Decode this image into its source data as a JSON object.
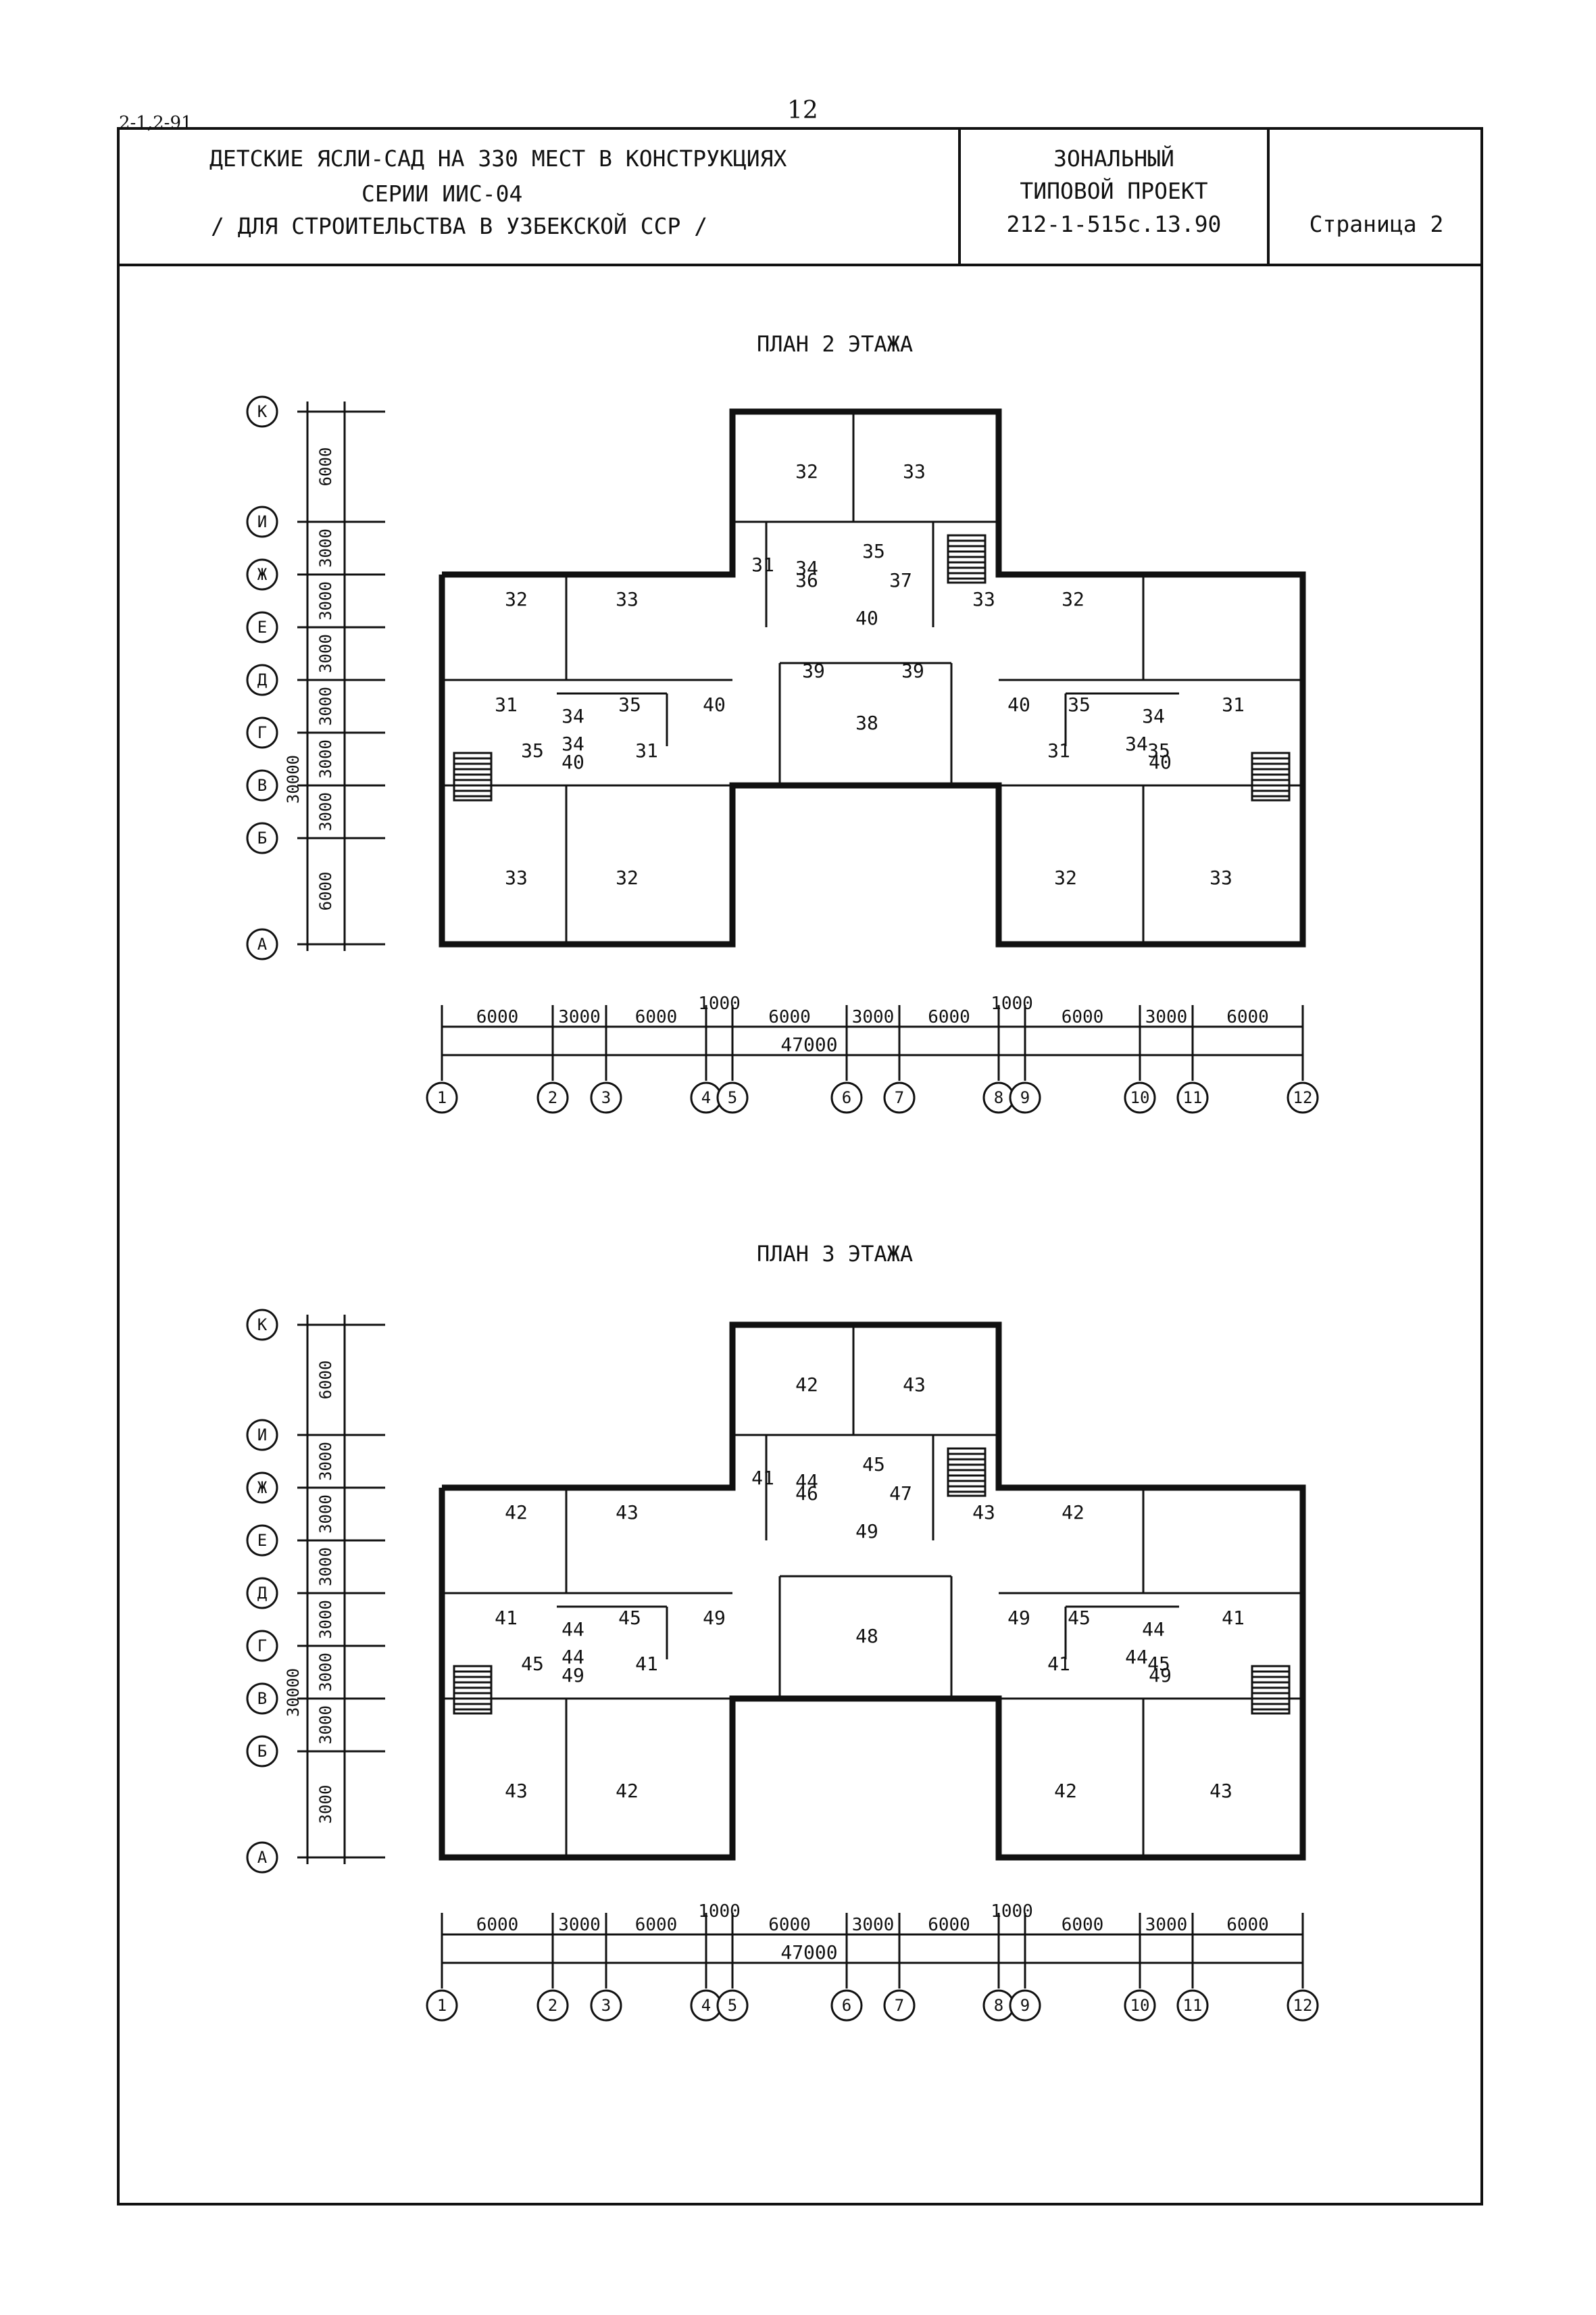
{
  "doc_code": "2-1,2-91",
  "page_number": "12",
  "title": {
    "line1": "ДЕТСКИЕ ЯСЛИ-САД НА 330 МЕСТ В КОНСТРУКЦИЯХ",
    "line2": "СЕРИИ ИИС-04",
    "line3": "/ ДЛЯ СТРОИТЕЛЬСТВА В УЗБЕКСКОЙ ССР /"
  },
  "project": {
    "line1": "ЗОНАЛЬНЫЙ",
    "line2": "ТИПОВОЙ ПРОЕКТ",
    "line3": "212-1-515с.13.90"
  },
  "page_label": "Страница 2",
  "plans": [
    {
      "title": "ПЛАН 2 ЭТАЖА",
      "rooms": {
        "r1": "32",
        "r2": "33",
        "r3": "31",
        "r4": "34",
        "r5": "35",
        "r6": "36",
        "r7": "37",
        "r8": "40",
        "r9": "38",
        "r10": "39"
      },
      "vert_dims": [
        "6000",
        "3000",
        "3000",
        "3000",
        "3000",
        "3000",
        "3000",
        "6000"
      ],
      "vert_total": "30000"
    },
    {
      "title": "ПЛАН 3 ЭТАЖА",
      "rooms": {
        "r1": "42",
        "r2": "43",
        "r3": "41",
        "r4": "44",
        "r5": "45",
        "r6": "46",
        "r7": "47",
        "r8": "49",
        "r9": "48",
        "r10": ""
      },
      "vert_dims": [
        "6000",
        "3000",
        "3000",
        "3000",
        "3000",
        "3000",
        "3000",
        "3000"
      ],
      "vert_total": "30000"
    }
  ],
  "row_axes": [
    "К",
    "И",
    "Ж",
    "Е",
    "Д",
    "Г",
    "В",
    "Б",
    "А"
  ],
  "col_axes": [
    "1",
    "2",
    "3",
    "4",
    "5",
    "6",
    "7",
    "8",
    "9",
    "10",
    "11",
    "12"
  ],
  "horiz_dims": [
    "6000",
    "3000",
    "6000",
    "1000",
    "6000",
    "3000",
    "6000",
    "1000",
    "6000",
    "3000",
    "6000"
  ],
  "horiz_total": "47000"
}
